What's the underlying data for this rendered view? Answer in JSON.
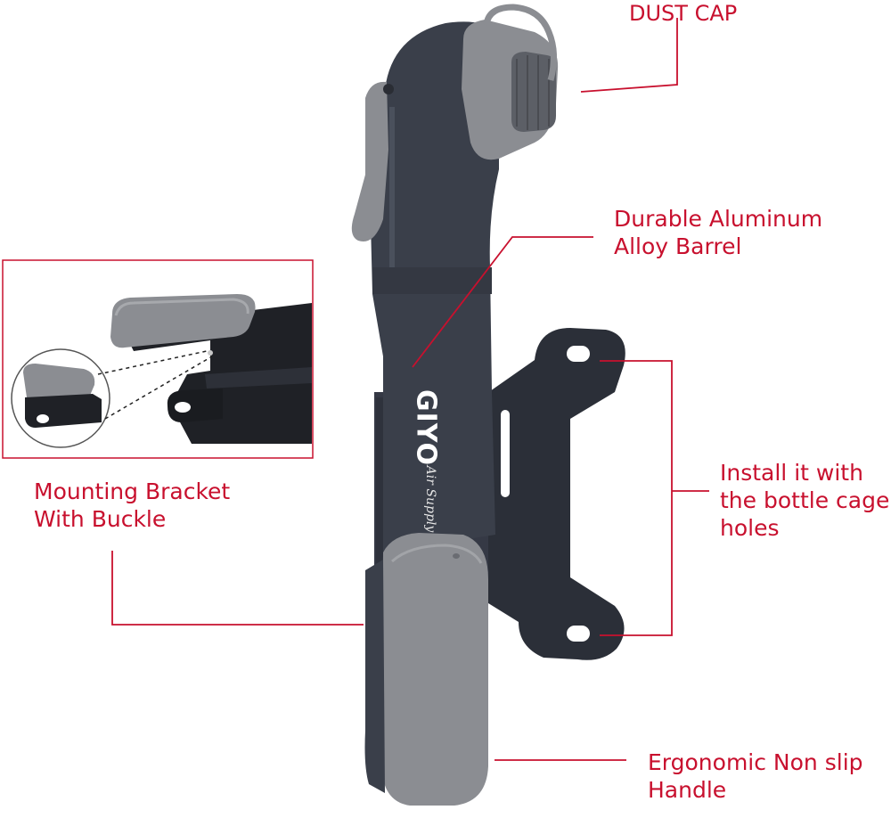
{
  "labels": {
    "dust_cap": "DUST CAP",
    "barrel_line1": "Durable Aluminum",
    "barrel_line2": "Alloy Barrel",
    "bracket_line1": "Mounting Bracket",
    "bracket_line2": "With Buckle",
    "install_line1": "Install it with",
    "install_line2": "the bottle cage",
    "install_line3": "holes",
    "handle_line1": "Ergonomic Non slip",
    "handle_line2": "Handle"
  },
  "brand": {
    "name": "GIYO",
    "tagline": "Air Supply"
  },
  "colors": {
    "callout": "#c8102e",
    "pump_body": "#3a3f4a",
    "rubber": "#8b8d92",
    "bracket_dark": "#1f2126"
  }
}
